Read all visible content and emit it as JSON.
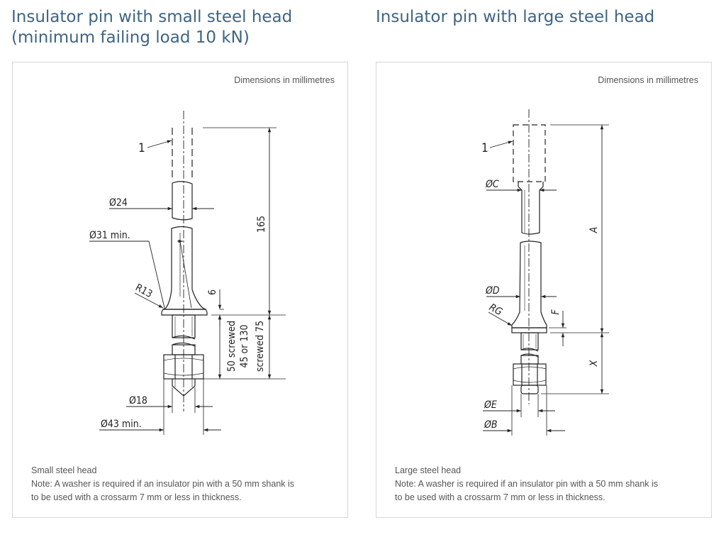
{
  "left": {
    "heading_line1": "Insulator pin with small steel head",
    "heading_line2": "(minimum failing load 10 kN)",
    "dims_note": "Dimensions in millimetres",
    "caption_title": "Small steel head",
    "caption_note_line1": "Note: A washer is required if an insulator pin with a 50 mm shank is",
    "caption_note_line2": "to be used with a crossarm 7 mm or less in thickness.",
    "labels": {
      "item": "1",
      "d24": "Ø24",
      "d31": "Ø31 min.",
      "r13": "R13",
      "l165": "165",
      "l6": "6",
      "shank1": "50 screwed",
      "shank2": "45 or 130",
      "shank3": "screwed 75",
      "d18": "Ø18",
      "d43": "Ø43 min."
    }
  },
  "right": {
    "heading_line1": "Insulator pin with large steel head",
    "dims_note": "Dimensions in millimetres",
    "caption_title": "Large steel head",
    "caption_note_line1": "Note: A washer is required if an insulator pin with a 50 mm shank is",
    "caption_note_line2": "to be used with a crossarm 7 mm or less in thickness.",
    "labels": {
      "item": "1",
      "dc": "ØC",
      "a": "A",
      "dd": "ØD",
      "rg": "RG",
      "f": "F",
      "x": "X",
      "de": "ØE",
      "db": "ØB"
    }
  }
}
